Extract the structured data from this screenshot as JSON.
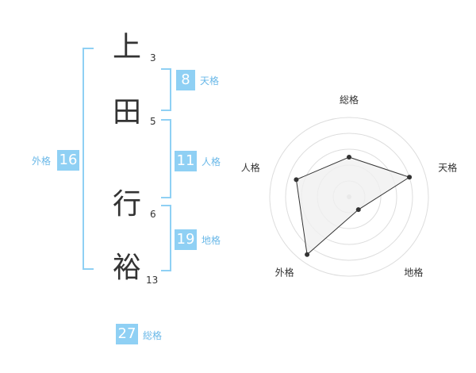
{
  "name_chars": [
    {
      "char": "上",
      "strokes": "3"
    },
    {
      "char": "田",
      "strokes": "5"
    },
    {
      "char": "行",
      "strokes": "6"
    },
    {
      "char": "裕",
      "strokes": "13"
    }
  ],
  "scores": {
    "tenkaku": {
      "value": "8",
      "label": "天格"
    },
    "jinkaku": {
      "value": "11",
      "label": "人格"
    },
    "chikaku": {
      "value": "19",
      "label": "地格"
    },
    "gaikaku": {
      "value": "16",
      "label": "外格"
    },
    "soukaku": {
      "value": "27",
      "label": "総格"
    }
  },
  "colors": {
    "accent": "#8fd0f4",
    "label_blue": "#6ab8e8",
    "radar_fill": "#f0f0f0",
    "radar_grid": "#dddddd",
    "radar_line": "#333333"
  },
  "chart_data": {
    "type": "radar",
    "axes": [
      "総格",
      "天格",
      "地格",
      "外格",
      "人格"
    ],
    "values": [
      0.5,
      0.8,
      0.2,
      0.9,
      0.7
    ],
    "rings": 5
  }
}
